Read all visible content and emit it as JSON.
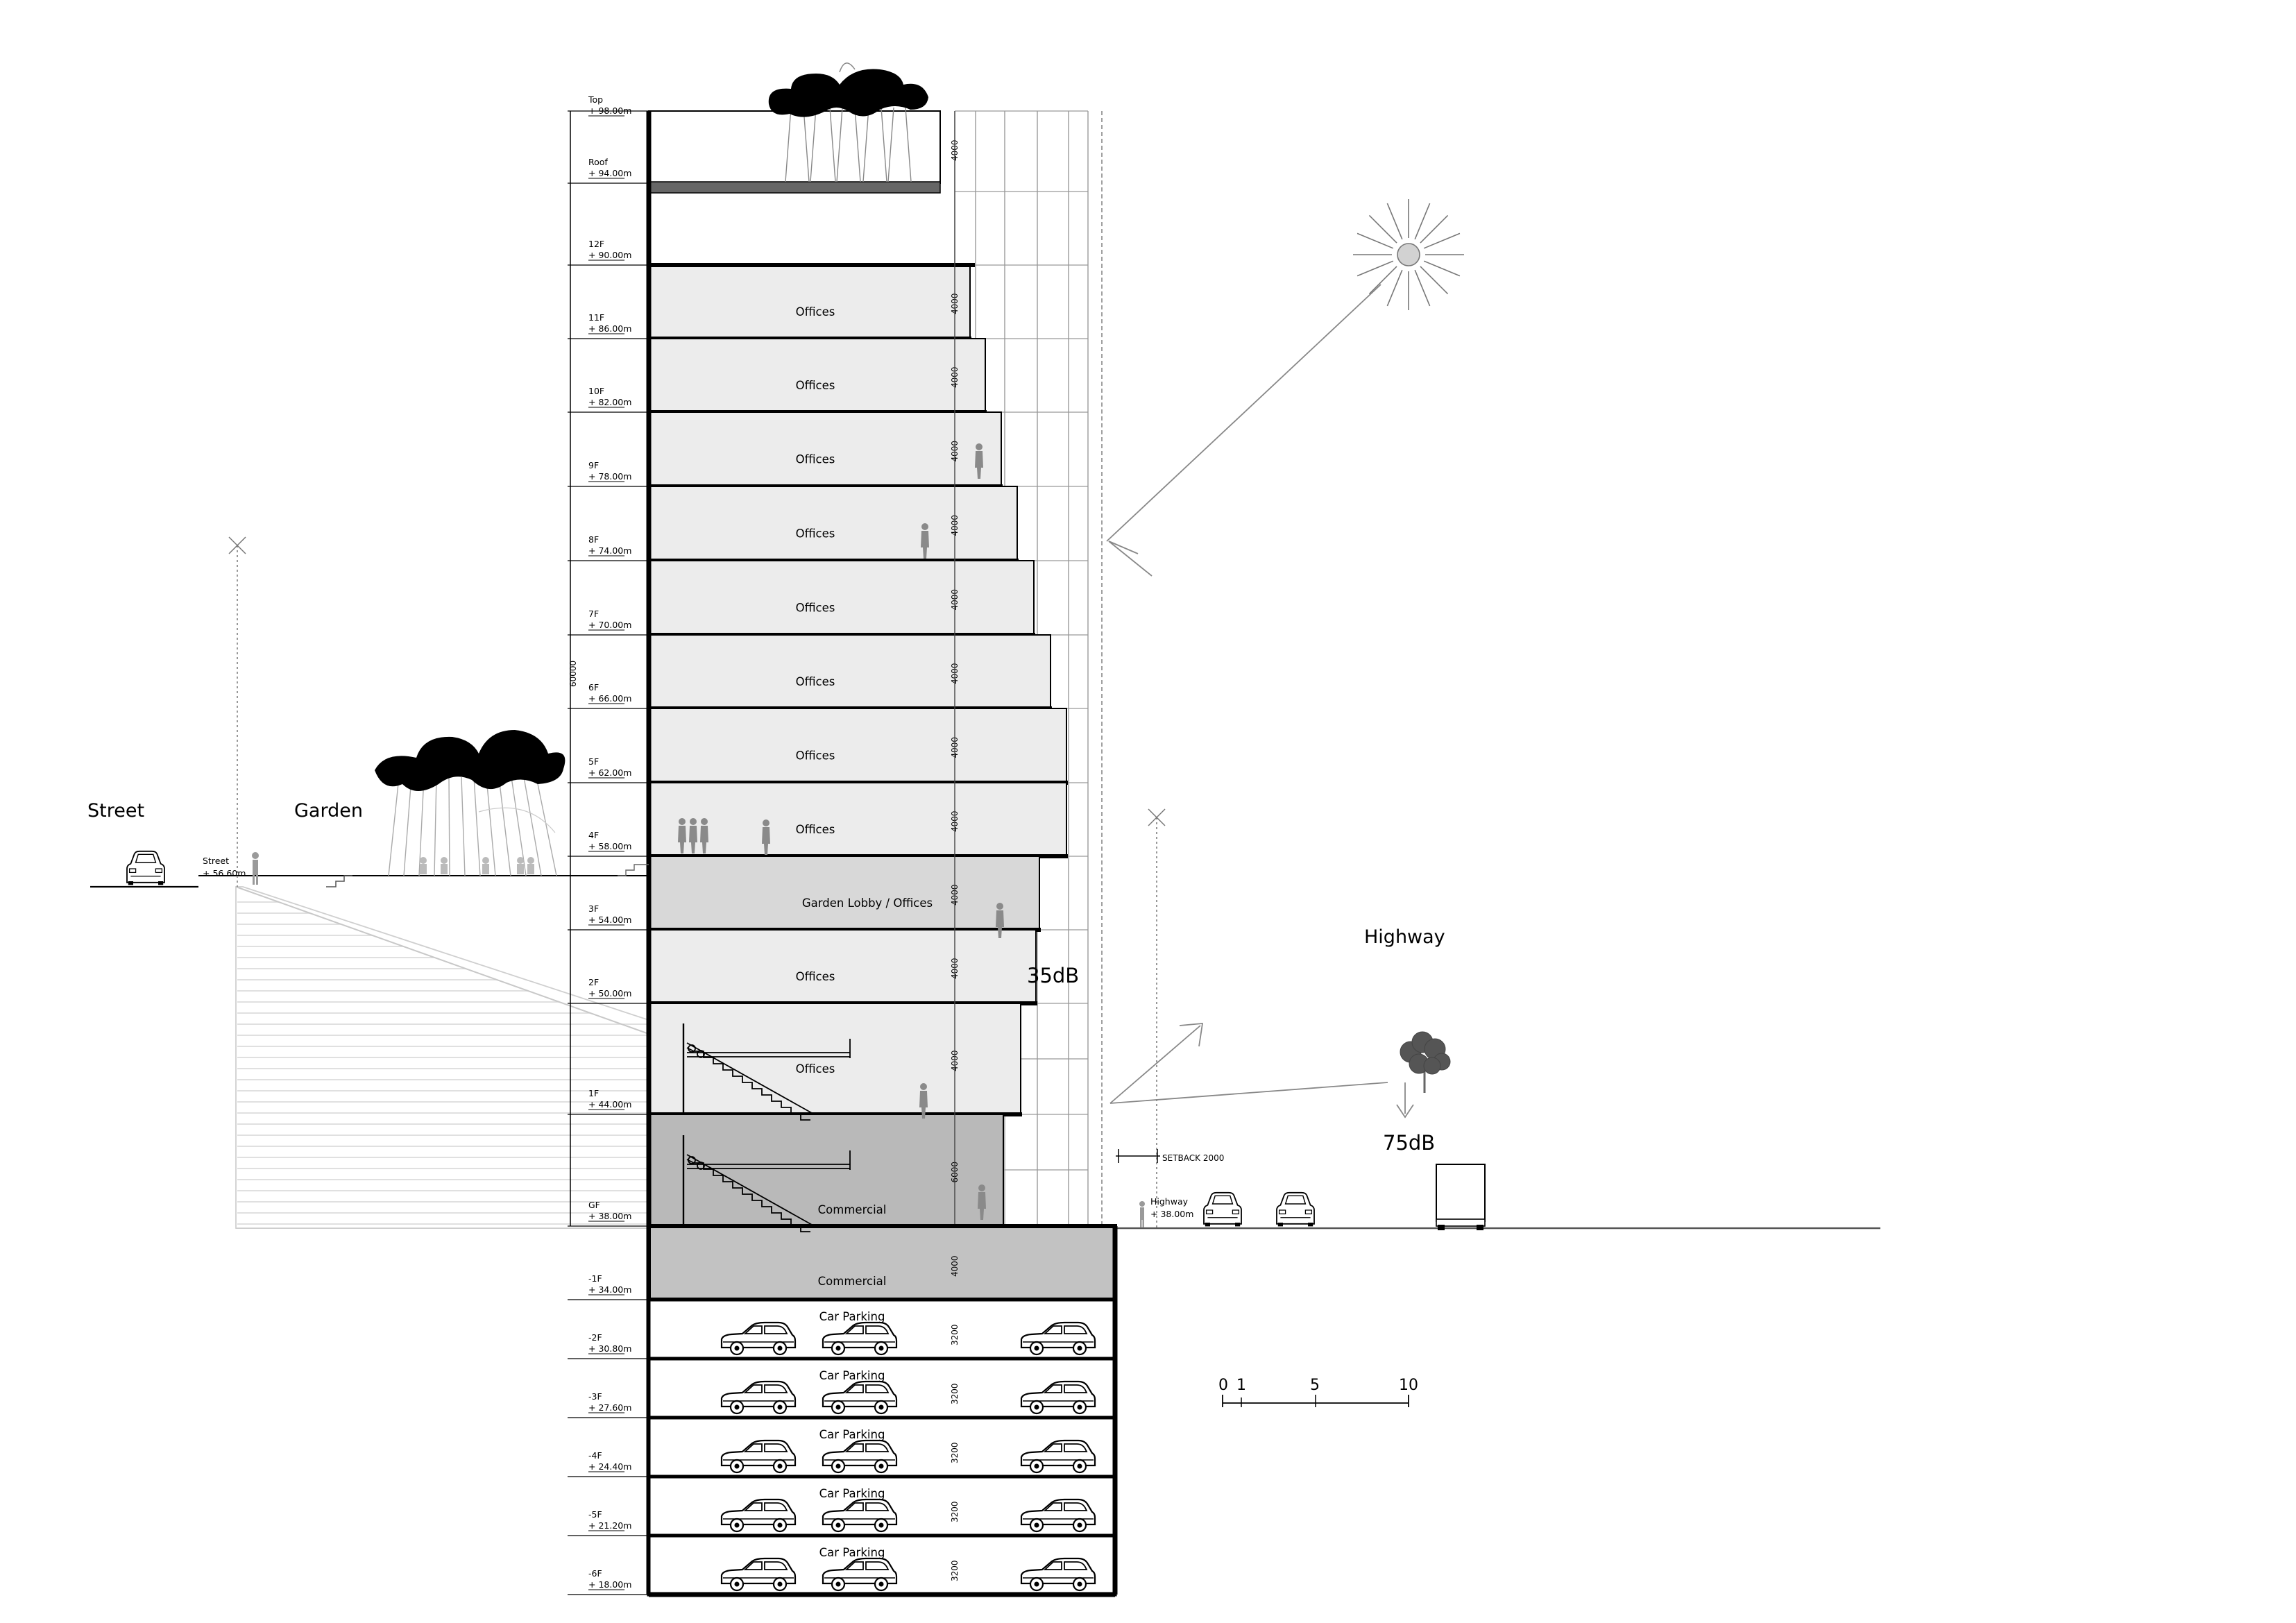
{
  "labels": {
    "street": "Street",
    "garden": "Garden",
    "highway": "Highway",
    "noise_inside": "35dB",
    "noise_outside": "75dB",
    "setback": "SETBACK 2000",
    "overall_height": "60000"
  },
  "street_level": {
    "name": "Street",
    "elev": "+ 56.60m"
  },
  "highway_level": {
    "name": "Highway",
    "elev": "+ 38.00m"
  },
  "levels": [
    {
      "name": "Top",
      "elev": "+ 98.00m"
    },
    {
      "name": "Roof",
      "elev": "+ 94.00m"
    },
    {
      "name": "12F",
      "elev": "+ 90.00m"
    },
    {
      "name": "11F",
      "elev": "+ 86.00m"
    },
    {
      "name": "10F",
      "elev": "+ 82.00m"
    },
    {
      "name": "9F",
      "elev": "+ 78.00m"
    },
    {
      "name": "8F",
      "elev": "+ 74.00m"
    },
    {
      "name": "7F",
      "elev": "+ 70.00m"
    },
    {
      "name": "6F",
      "elev": "+ 66.00m"
    },
    {
      "name": "5F",
      "elev": "+ 62.00m"
    },
    {
      "name": "4F",
      "elev": "+ 58.00m"
    },
    {
      "name": "3F",
      "elev": "+ 54.00m"
    },
    {
      "name": "2F",
      "elev": "+ 50.00m"
    },
    {
      "name": "1F",
      "elev": "+ 44.00m"
    },
    {
      "name": "GF",
      "elev": "+ 38.00m"
    },
    {
      "name": "-1F",
      "elev": "+ 34.00m"
    },
    {
      "name": "-2F",
      "elev": "+ 30.80m"
    },
    {
      "name": "-3F",
      "elev": "+ 27.60m"
    },
    {
      "name": "-4F",
      "elev": "+ 24.40m"
    },
    {
      "name": "-5F",
      "elev": "+ 21.20m"
    },
    {
      "name": "-6F",
      "elev": "+ 18.00m"
    }
  ],
  "rooms": [
    {
      "label": "Offices",
      "dim": "4000"
    },
    {
      "label": "Offices",
      "dim": "4000"
    },
    {
      "label": "Offices",
      "dim": "4000"
    },
    {
      "label": "Offices",
      "dim": "4000"
    },
    {
      "label": "Offices",
      "dim": "4000"
    },
    {
      "label": "Offices",
      "dim": "4000"
    },
    {
      "label": "Offices",
      "dim": "4000"
    },
    {
      "label": "Offices",
      "dim": "4000"
    },
    {
      "label": "Garden Lobby / Offices",
      "dim": "4000"
    },
    {
      "label": "Offices",
      "dim": "4000"
    },
    {
      "label": "Offices",
      "dim": "4000"
    },
    {
      "label": "Commercial",
      "dim": "6000"
    },
    {
      "label": "Commercial",
      "dim": "6000"
    },
    {
      "label": "Commercial",
      "dim": "4000"
    },
    {
      "label": "Car Parking",
      "dim": "3200"
    },
    {
      "label": "Car Parking",
      "dim": "3200"
    },
    {
      "label": "Car Parking",
      "dim": "3200"
    },
    {
      "label": "Car Parking",
      "dim": "3200"
    },
    {
      "label": "Car Parking",
      "dim": "3200"
    }
  ],
  "rooftop_dim": "4000",
  "scale_bar": {
    "ticks": [
      "0",
      "1",
      "5",
      "10"
    ]
  },
  "colors": {
    "office_fill": "#ececec",
    "lobby_fill": "#d8d8d8",
    "commercial_fill": "#b9b9b9",
    "basement_fill": "#c2c2c2",
    "roof_slab": "#666666"
  }
}
